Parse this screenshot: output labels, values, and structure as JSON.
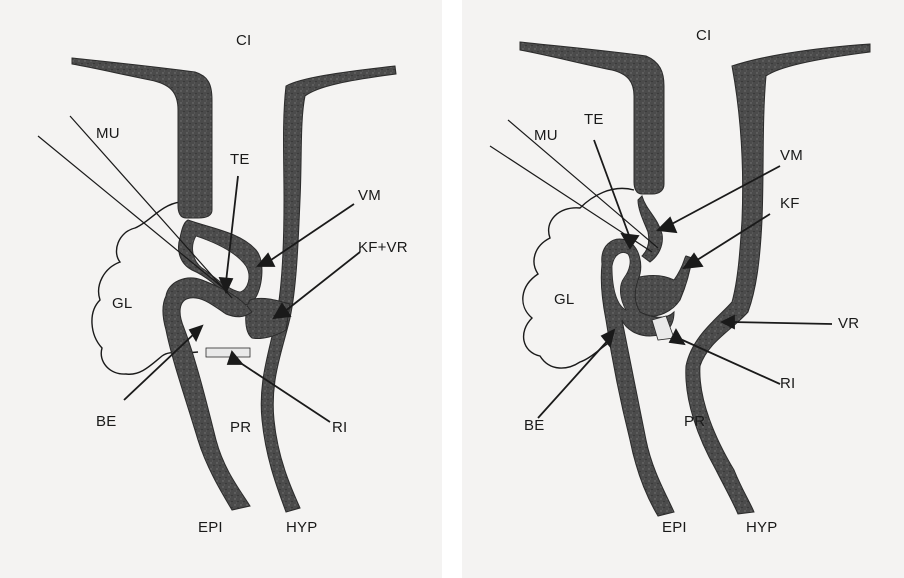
{
  "colors": {
    "paper": "#f4f3f2",
    "tissue": "#4a4a4a",
    "tissue_dark": "#2b2b2b",
    "ink": "#1a1a1a",
    "rim": "#e9e9e9"
  },
  "left_panel": {
    "labels": {
      "ci": "CI",
      "mu": "MU",
      "te": "TE",
      "vm": "VM",
      "kf_vr": "KF+VR",
      "gl": "GL",
      "be": "BE",
      "ri": "RI",
      "pr": "PR",
      "epi": "EPI",
      "hyp": "HYP"
    }
  },
  "right_panel": {
    "labels": {
      "ci": "CI",
      "mu": "MU",
      "te": "TE",
      "vm": "VM",
      "kf": "KF",
      "gl": "GL",
      "vr": "VR",
      "ri": "RI",
      "be": "BE",
      "pr": "PR",
      "epi": "EPI",
      "hyp": "HYP"
    }
  }
}
